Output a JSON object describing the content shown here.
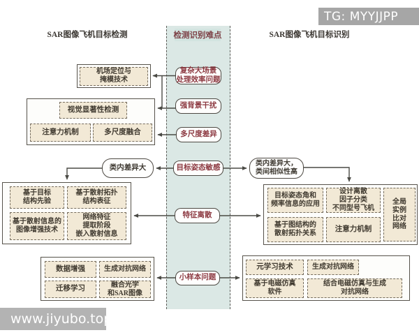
{
  "banner": {
    "text": "TG: MYYJJPP",
    "bg": "#a6a6a6"
  },
  "watermark": {
    "text": "www.jiyubo.top",
    "bg": "#b3b3b3"
  },
  "colors": {
    "band": "#dbe8e5",
    "method_box_fill": "#f2e9d6",
    "pill_text": "#8d3a42",
    "box_text": "#403a30",
    "connector": "#4a4a45"
  },
  "left": {
    "header": "SAR图像飞机目标检测",
    "airport_box": "机场定位与\n掩模技术",
    "saliency_group": [
      "视觉显著性检测",
      "注意力机制",
      "多尺度融合"
    ],
    "intra_class_note": "类内差异大",
    "structure_group": [
      "基于目标\n结构先验",
      "基于散射拓扑\n结构表征",
      "基于散射信息的\n图像增强技术",
      "网络特征\n提取阶段\n嵌入散射信息"
    ],
    "few_shot_group": [
      "数据增强",
      "生成对抗网络",
      "迁移学习",
      "融合光学\n和SAR图像"
    ]
  },
  "middle": {
    "header": "检测识别难点",
    "pills": [
      "复杂大场景\n处理效率问题",
      "强背景干扰",
      "多尺度差异",
      "目标姿态敏感",
      "特征离散",
      "小样本问题"
    ]
  },
  "right": {
    "header": "SAR图像飞机目标识别",
    "intra_class_note": "类内差异大，\n类间相似性高",
    "feature_group": [
      "目标姿态角和\n频率信息的应用",
      "设计离散\n因子分类\n不同型号飞机",
      "全局\n实例\n比对\n网络",
      "基于图结构的\n散射拓扑关系",
      "注意力机制"
    ],
    "few_shot_group": [
      "元学习技术",
      "生成对抗网络",
      "基于电磁仿真\n软件",
      "结合电磁仿真与生成\n对抗网络"
    ]
  }
}
